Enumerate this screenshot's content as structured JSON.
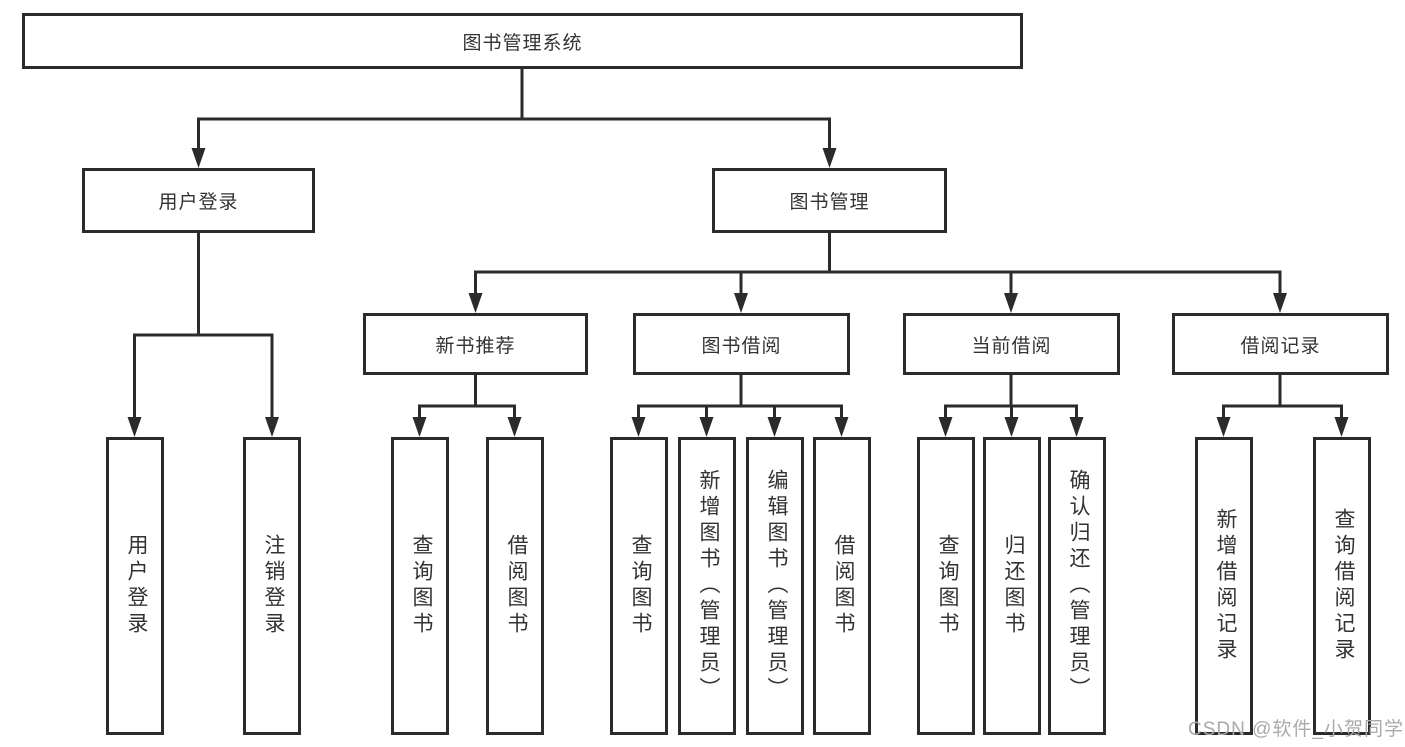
{
  "colors": {
    "line": "#2b2b2b",
    "text": "#333333",
    "watermark": "#aaaaaa",
    "background": "#ffffff"
  },
  "watermark": {
    "text": "CSDN @软件_小贺同学"
  },
  "tree": {
    "label": "图书管理系统",
    "children": [
      {
        "label": "用户登录",
        "children": [
          {
            "label": "用户登录"
          },
          {
            "label": "注销登录"
          }
        ]
      },
      {
        "label": "图书管理",
        "children": [
          {
            "label": "新书推荐",
            "children": [
              {
                "label": "查询图书"
              },
              {
                "label": "借阅图书"
              }
            ]
          },
          {
            "label": "图书借阅",
            "children": [
              {
                "label": "查询图书"
              },
              {
                "label": "新增图书（管理员）"
              },
              {
                "label": "编辑图书（管理员）"
              },
              {
                "label": "借阅图书"
              }
            ]
          },
          {
            "label": "当前借阅",
            "children": [
              {
                "label": "查询图书"
              },
              {
                "label": "归还图书"
              },
              {
                "label": "确认归还（管理员）"
              }
            ]
          },
          {
            "label": "借阅记录",
            "children": [
              {
                "label": "新增借阅记录"
              },
              {
                "label": "查询借阅记录"
              }
            ]
          }
        ]
      }
    ]
  }
}
